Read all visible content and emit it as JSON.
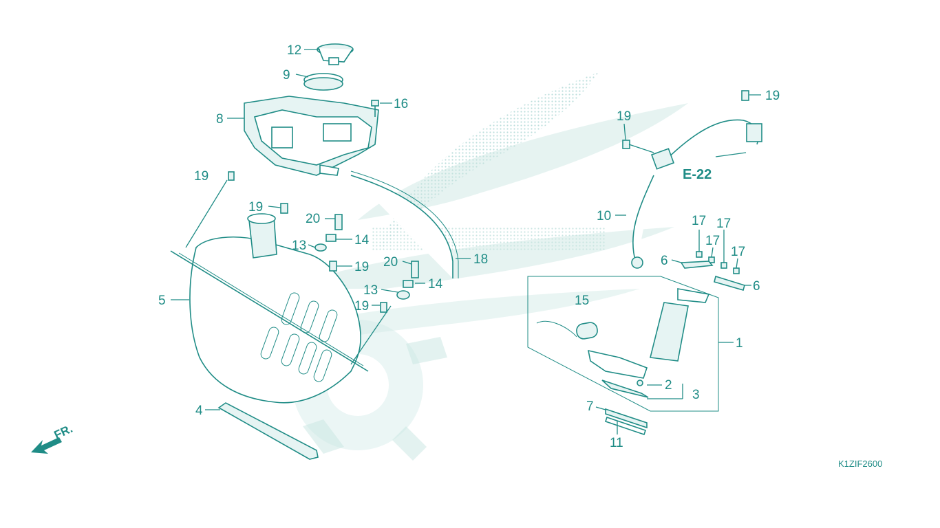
{
  "diagram": {
    "code": "K1ZIF2600",
    "front_marker": "FR.",
    "reference": "E-22",
    "callouts": [
      {
        "id": "c12",
        "text": "12"
      },
      {
        "id": "c9",
        "text": "9"
      },
      {
        "id": "c16",
        "text": "16"
      },
      {
        "id": "c8",
        "text": "8"
      },
      {
        "id": "c19a",
        "text": "19"
      },
      {
        "id": "c19b",
        "text": "19"
      },
      {
        "id": "c20a",
        "text": "20"
      },
      {
        "id": "c14a",
        "text": "14"
      },
      {
        "id": "c13a",
        "text": "13"
      },
      {
        "id": "c19c",
        "text": "19"
      },
      {
        "id": "c5",
        "text": "5"
      },
      {
        "id": "c20b",
        "text": "20"
      },
      {
        "id": "c18",
        "text": "18"
      },
      {
        "id": "c13b",
        "text": "13"
      },
      {
        "id": "c14b",
        "text": "14"
      },
      {
        "id": "c19d",
        "text": "19"
      },
      {
        "id": "c4",
        "text": "4"
      },
      {
        "id": "c19e",
        "text": "19"
      },
      {
        "id": "c19f",
        "text": "19"
      },
      {
        "id": "c10",
        "text": "10"
      },
      {
        "id": "c17a",
        "text": "17"
      },
      {
        "id": "c17b",
        "text": "17"
      },
      {
        "id": "c17c",
        "text": "17"
      },
      {
        "id": "c17d",
        "text": "17"
      },
      {
        "id": "c6a",
        "text": "6"
      },
      {
        "id": "c6b",
        "text": "6"
      },
      {
        "id": "c15",
        "text": "15"
      },
      {
        "id": "c1",
        "text": "1"
      },
      {
        "id": "c2",
        "text": "2"
      },
      {
        "id": "c3",
        "text": "3"
      },
      {
        "id": "c7",
        "text": "7"
      },
      {
        "id": "c11",
        "text": "11"
      }
    ]
  },
  "colors": {
    "line": "#1f8c86",
    "watermark": "#c7e5e1",
    "background": "#ffffff"
  }
}
